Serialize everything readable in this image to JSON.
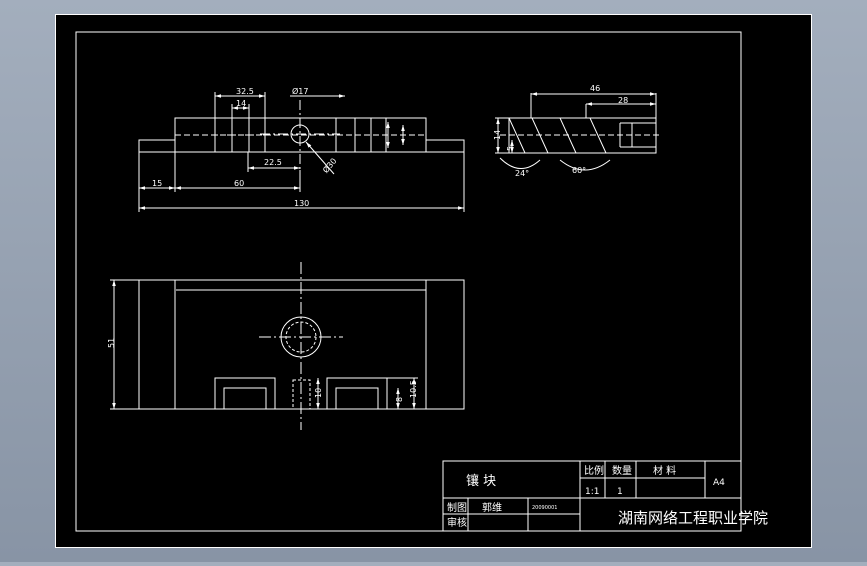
{
  "drawing": {
    "colors": {
      "background": "#000000",
      "line": "#ffffff",
      "centerline": "#ffffff",
      "page": "#9aa6b7"
    },
    "top_view_dims": {
      "d_32_5": "32.5",
      "d_14": "14",
      "d_phi17": "Ø17",
      "d_22_5": "22.5",
      "d_15": "15",
      "d_60": "60",
      "d_130": "130",
      "d_phi30": "Ø30"
    },
    "side_view_dims": {
      "d_46": "46",
      "d_28": "28",
      "d_14": "14",
      "d_5": "5",
      "d_24deg": "24°",
      "d_60deg": "60°"
    },
    "front_view_dims": {
      "d_51": "51",
      "d_10": "10",
      "d_8": "8",
      "d_10_5": "10.5"
    }
  },
  "title_block": {
    "part_name": "镶 块",
    "scale_label": "比例",
    "quantity_label": "数量",
    "material_label": "材 料",
    "sheet_size": "A4",
    "scale_value": "1:1",
    "quantity_value": "1",
    "designer_label": "制图",
    "designer_name": "郭维",
    "checker_label": "审核",
    "drawing_no": "20090001",
    "institution": "湖南网络工程职业学院"
  }
}
